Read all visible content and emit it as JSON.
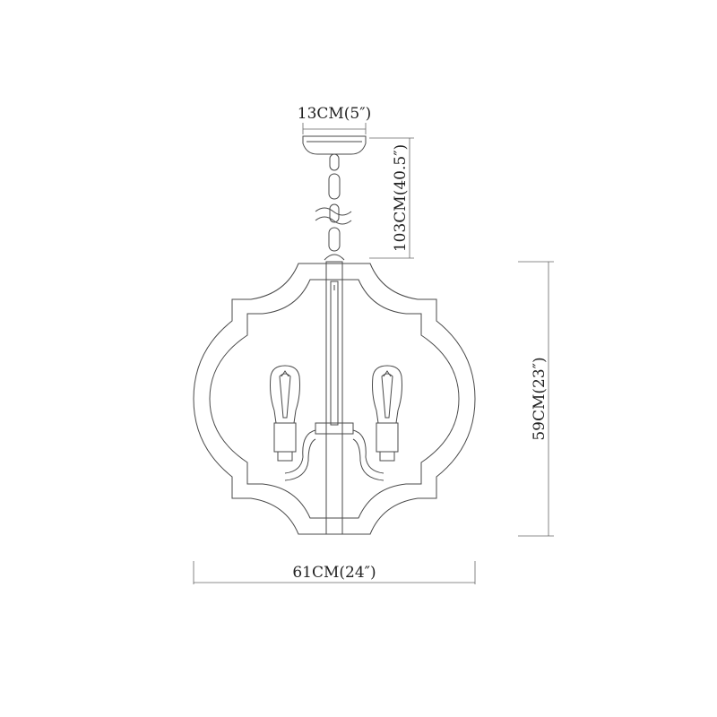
{
  "dimensions": {
    "canopy_width": "13CM(5″)",
    "chain_length": "103CM(40.5″)",
    "body_height": "59CM(23″)",
    "body_width": "61CM(24″)"
  },
  "colors": {
    "line": "#4a4a4a",
    "text": "#222222",
    "background": "#ffffff"
  }
}
